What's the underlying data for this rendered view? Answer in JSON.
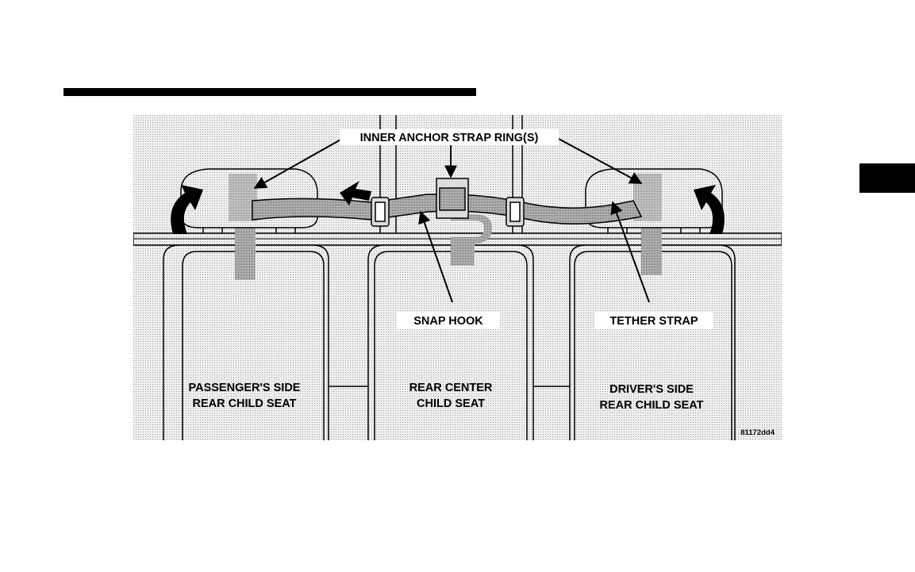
{
  "diagram": {
    "callouts": {
      "inner_anchor": "INNER ANCHOR STRAP RING(S)",
      "snap_hook": "SNAP HOOK",
      "tether_strap": "TETHER STRAP"
    },
    "seats": [
      {
        "line1": "PASSENGER'S SIDE",
        "line2": "REAR CHILD SEAT"
      },
      {
        "line1": "REAR CENTER",
        "line2": "CHILD SEAT"
      },
      {
        "line1": "DRIVER'S SIDE",
        "line2": "REAR CHILD SEAT"
      }
    ],
    "figure_code": "81172dd4"
  }
}
